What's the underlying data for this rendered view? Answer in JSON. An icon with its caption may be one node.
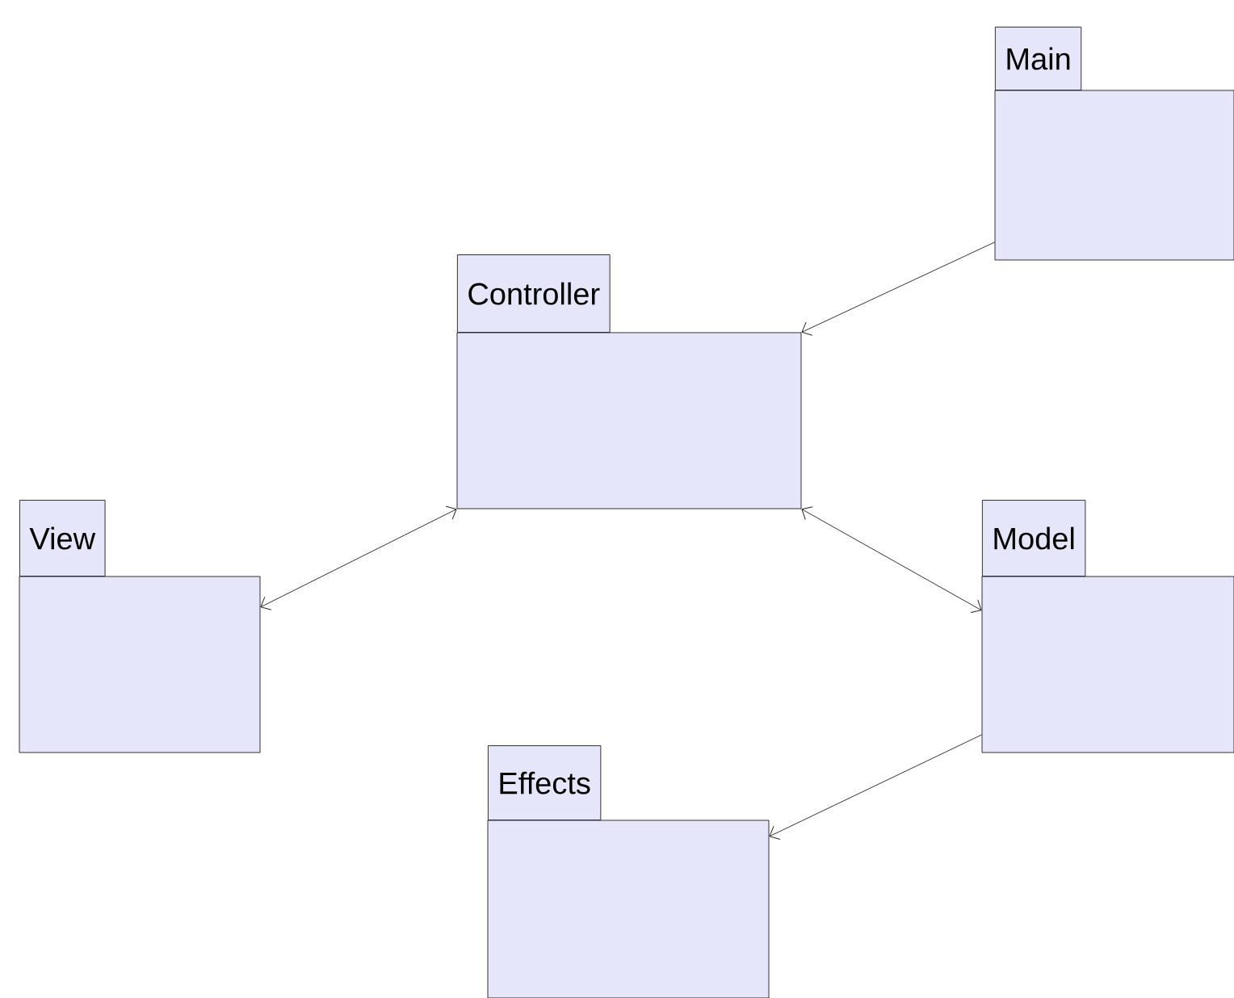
{
  "diagram": {
    "nodes": [
      {
        "text": [
          "Main"
        ]
      },
      {
        "text": [
          "Controller"
        ]
      },
      {
        "text": [
          "View"
        ]
      },
      {
        "text": [
          "Model"
        ]
      },
      {
        "text": [
          "Effects"
        ]
      }
    ],
    "edges": [
      {
        "from": 0,
        "to": 1,
        "arrow": "to"
      },
      {
        "from": 1,
        "to": 2,
        "arrow": "both"
      },
      {
        "from": 1,
        "to": 3,
        "arrow": "both"
      },
      {
        "from": 3,
        "to": 4,
        "arrow": "to"
      }
    ]
  }
}
